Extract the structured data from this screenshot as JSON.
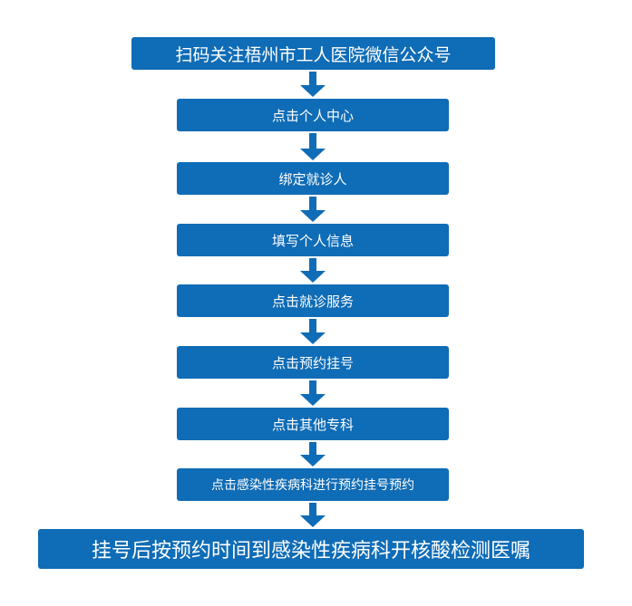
{
  "steps": [
    "扫码关注梧州市工人医院微信公众号",
    "点击个人中心",
    "绑定就诊人",
    "填写个人信息",
    "点击就诊服务",
    "点击预约挂号",
    "点击其他专科",
    "点击感染性疾病科进行预约挂号预约",
    "挂号后按预约时间到感染性疾病科开核酸检测医嘱"
  ],
  "colors": {
    "box": "#0f6cb6",
    "text": "#ffffff"
  }
}
